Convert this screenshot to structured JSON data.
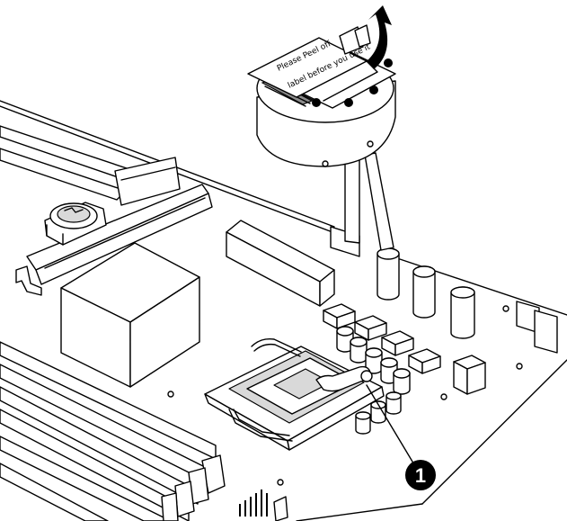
{
  "label_text": {
    "line1": "Please Peel off",
    "line2": "label before you use it"
  },
  "callout": {
    "number": "1"
  },
  "colors": {
    "ink": "#000000",
    "paper": "#ffffff",
    "shade": "#d9d9d9",
    "dark": "#8c8c8c"
  }
}
